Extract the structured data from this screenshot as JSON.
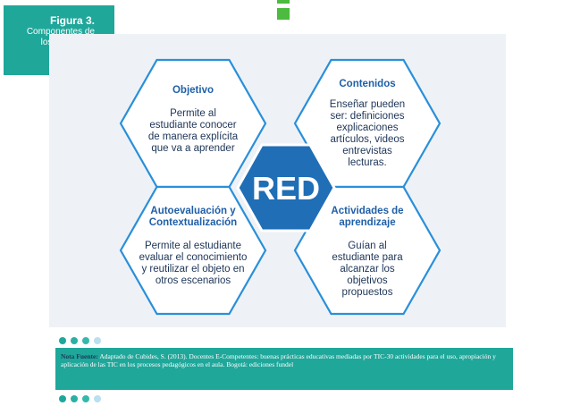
{
  "figure": {
    "number": "Figura  3.",
    "caption_line1": "Componentes de",
    "caption_line2": "los RED-OVA"
  },
  "diagram": {
    "center": "RED",
    "hexagons": [
      {
        "title": [
          "Objetivo"
        ],
        "body": [
          "Permite al",
          "estudiante conocer",
          "de manera explícita",
          "que va a aprender"
        ]
      },
      {
        "title": [
          "Contenidos"
        ],
        "body": [
          "Enseñar pueden",
          "ser: definiciones",
          "explicaciones",
          "artículos, videos",
          "entrevistas",
          "lecturas."
        ]
      },
      {
        "title": [
          "Autoevaluación y",
          "Contextualización"
        ],
        "body": [
          "Permite al estudiante",
          "evaluar el conocimiento",
          "y reutilizar el objeto  en",
          "otros escenarios"
        ]
      },
      {
        "title": [
          "Actividades de",
          "aprendizaje"
        ],
        "body": [
          "Guían al",
          "estudiante para",
          "alcanzar los",
          "objetivos",
          "propuestos"
        ]
      }
    ],
    "colors": {
      "outline": "#2a8fd9",
      "title": "#1f5fa8",
      "body": "#1d3557",
      "center_fill": "#1f6eb6",
      "center_text": "#ffffff"
    }
  },
  "note": {
    "label": "Nota Fuente:",
    "text": " Adaptado de Cubides, S.  (2013). Docentes E-Competentes: buenas prácticas educativas mediadas por TIC-30 actividades para el uso, apropiación y aplicación de las TIC en los procesos pedagógicos en el aula. Bogotá: ediciones fundel"
  }
}
